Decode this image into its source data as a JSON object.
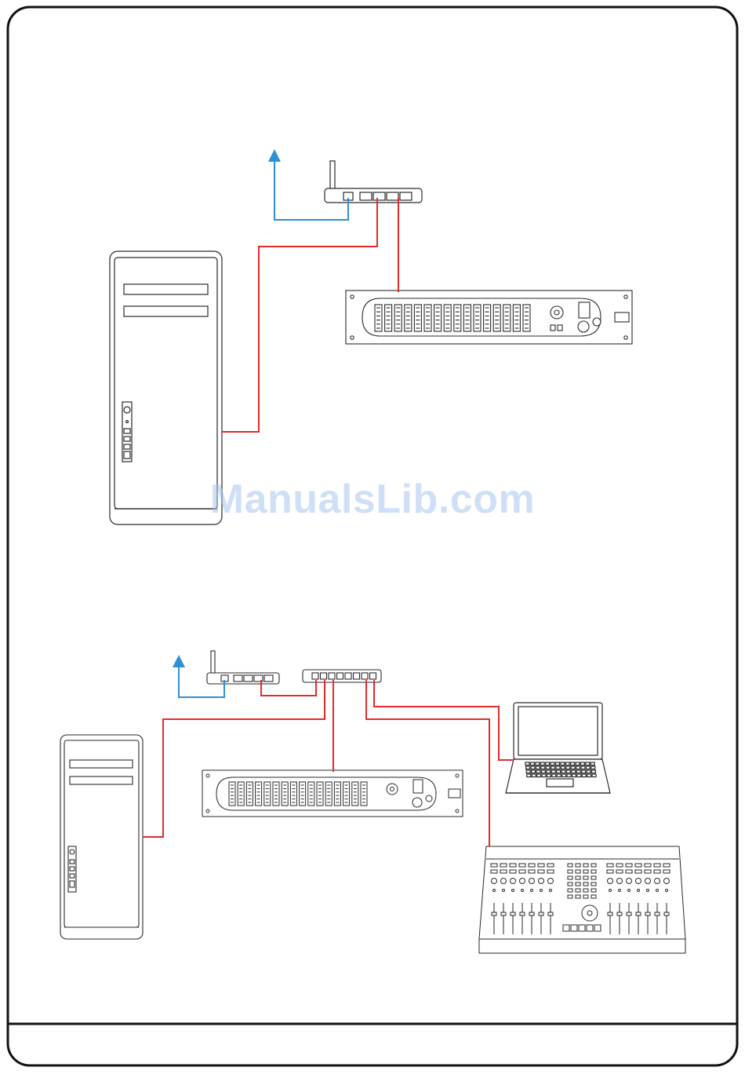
{
  "watermark": {
    "text": "ManualsLib.com",
    "color": "#a9c6ee"
  },
  "colors": {
    "frame": "#111111",
    "line_art": "#2a2a2a",
    "ethernet_cable": "#e32b2b",
    "internet_cable": "#2f8fd6"
  },
  "diagrams": [
    {
      "id": "single-device",
      "devices": [
        "wireless-router-icon",
        "computer-tower-icon",
        "rack-controller-icon"
      ]
    },
    {
      "id": "network-switch",
      "devices": [
        "wireless-router-icon",
        "network-switch-icon",
        "computer-tower-icon",
        "rack-controller-icon",
        "laptop-icon",
        "mixing-console-icon"
      ]
    }
  ]
}
